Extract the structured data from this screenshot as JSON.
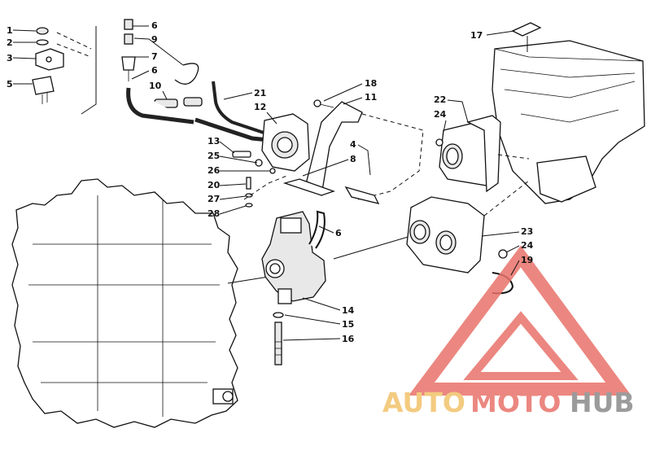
{
  "callouts": [
    {
      "id": "c1",
      "text": "1"
    },
    {
      "id": "c2",
      "text": "2"
    },
    {
      "id": "c3",
      "text": "3"
    },
    {
      "id": "c5",
      "text": "5"
    },
    {
      "id": "c6a",
      "text": "6"
    },
    {
      "id": "c9",
      "text": "9"
    },
    {
      "id": "c7",
      "text": "7"
    },
    {
      "id": "c6b",
      "text": "6"
    },
    {
      "id": "c10",
      "text": "10"
    },
    {
      "id": "c21",
      "text": "21"
    },
    {
      "id": "c12",
      "text": "12"
    },
    {
      "id": "c18",
      "text": "18"
    },
    {
      "id": "c11",
      "text": "11"
    },
    {
      "id": "c13",
      "text": "13"
    },
    {
      "id": "c25",
      "text": "25"
    },
    {
      "id": "c26",
      "text": "26"
    },
    {
      "id": "c20",
      "text": "20"
    },
    {
      "id": "c27",
      "text": "27"
    },
    {
      "id": "c28",
      "text": "28"
    },
    {
      "id": "c4",
      "text": "4"
    },
    {
      "id": "c8",
      "text": "8"
    },
    {
      "id": "c6c",
      "text": "6"
    },
    {
      "id": "c17",
      "text": "17"
    },
    {
      "id": "c22",
      "text": "22"
    },
    {
      "id": "c24a",
      "text": "24"
    },
    {
      "id": "c23",
      "text": "23"
    },
    {
      "id": "c24b",
      "text": "24"
    },
    {
      "id": "c19",
      "text": "19"
    },
    {
      "id": "c14",
      "text": "14"
    },
    {
      "id": "c15",
      "text": "15"
    },
    {
      "id": "c16",
      "text": "16"
    }
  ],
  "watermark": {
    "part1": "AUTO",
    "part2": "MOTO",
    "part3": "HUB",
    "colors": {
      "auto": "#f2c26b",
      "moto": "#e8736b",
      "hub": "#8a8a8a",
      "triangle": "#e8736b"
    }
  }
}
